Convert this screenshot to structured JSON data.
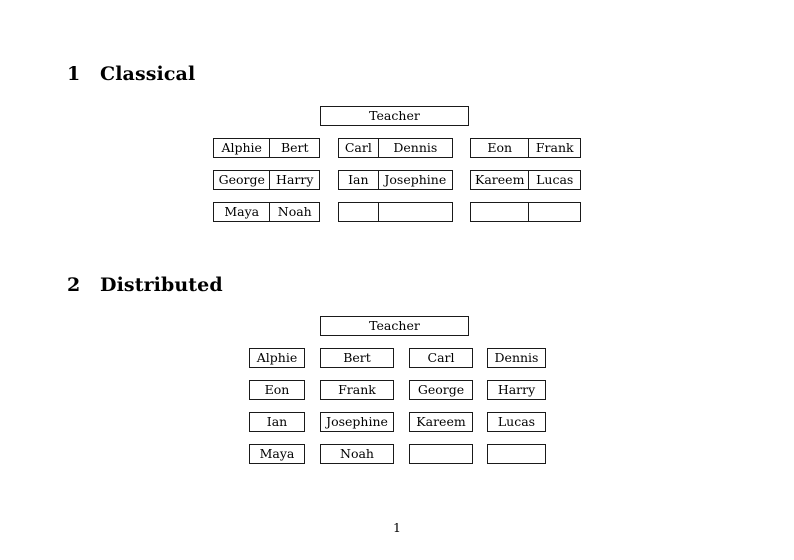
{
  "document": {
    "page_number": "1"
  },
  "sections": [
    {
      "number": "1",
      "title": "Classical",
      "teacher_label": "Teacher",
      "groups": [
        {
          "column": 1,
          "rows": [
            {
              "left": "Alphie",
              "right": "Bert"
            },
            {
              "left": "George",
              "right": "Harry"
            },
            {
              "left": "Maya",
              "right": "Noah"
            }
          ]
        },
        {
          "column": 2,
          "rows": [
            {
              "left": "Carl",
              "right": "Dennis"
            },
            {
              "left": "Ian",
              "right": "Josephine"
            },
            {
              "left": "",
              "right": ""
            }
          ]
        },
        {
          "column": 3,
          "rows": [
            {
              "left": "Eon",
              "right": "Frank"
            },
            {
              "left": "Kareem",
              "right": "Lucas"
            },
            {
              "left": "",
              "right": ""
            }
          ]
        }
      ]
    },
    {
      "number": "2",
      "title": "Distributed",
      "teacher_label": "Teacher",
      "rows": [
        [
          "Alphie",
          "Bert",
          "Carl",
          "Dennis"
        ],
        [
          "Eon",
          "Frank",
          "George",
          "Harry"
        ],
        [
          "Ian",
          "Josephine",
          "Kareem",
          "Lucas"
        ],
        [
          "Maya",
          "Noah",
          "",
          ""
        ]
      ]
    }
  ]
}
